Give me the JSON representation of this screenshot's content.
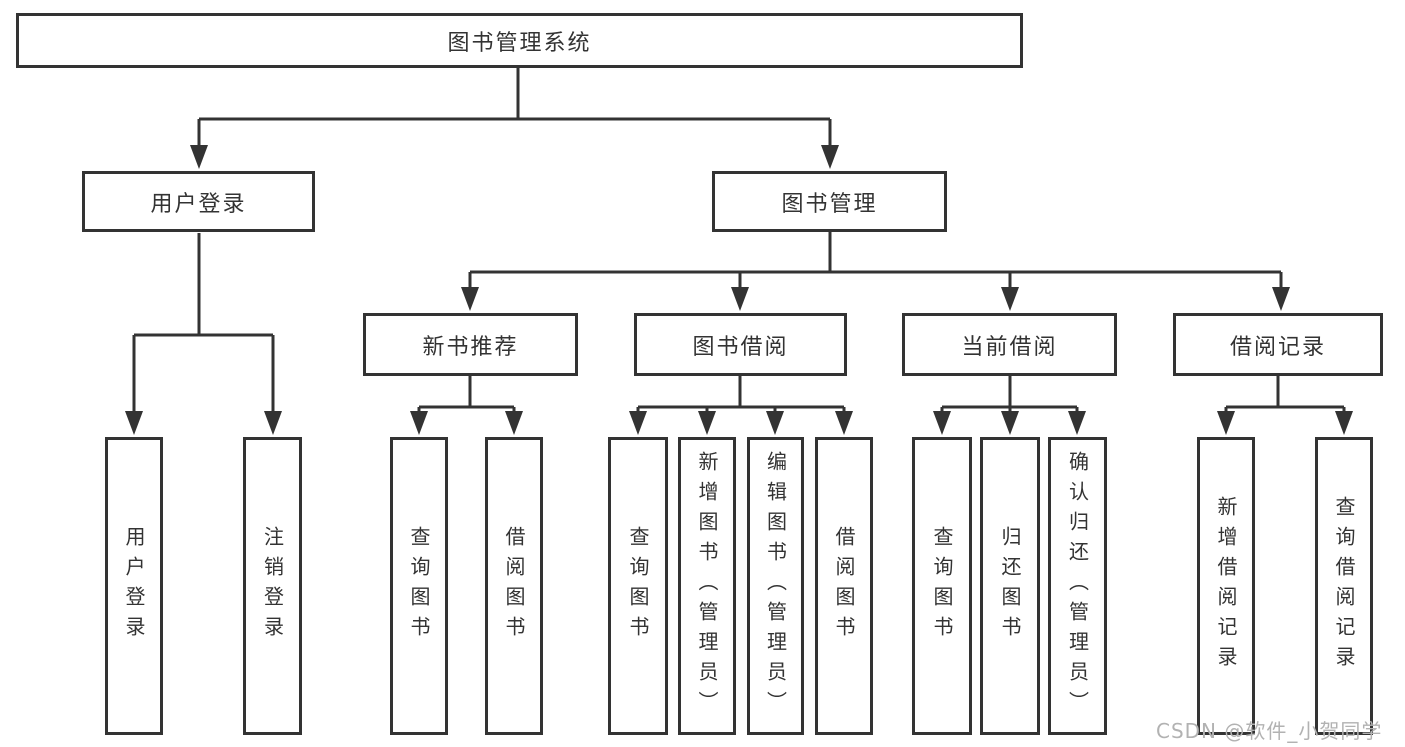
{
  "diagram": {
    "type": "functional-structure-tree",
    "hierarchy": {
      "label": "图书管理系统",
      "children": [
        {
          "label": "用户登录",
          "children": [
            {
              "label": "用户登录"
            },
            {
              "label": "注销登录"
            }
          ]
        },
        {
          "label": "图书管理",
          "children": [
            {
              "label": "新书推荐",
              "children": [
                {
                  "label": "查询图书"
                },
                {
                  "label": "借阅图书"
                }
              ]
            },
            {
              "label": "图书借阅",
              "children": [
                {
                  "label": "查询图书"
                },
                {
                  "label": "新增图书（管理员）"
                },
                {
                  "label": "编辑图书（管理员）"
                },
                {
                  "label": "借阅图书"
                }
              ]
            },
            {
              "label": "当前借阅",
              "children": [
                {
                  "label": "查询图书"
                },
                {
                  "label": "归还图书"
                },
                {
                  "label": "确认归还（管理员）"
                }
              ]
            },
            {
              "label": "借阅记录",
              "children": [
                {
                  "label": "新增借阅记录"
                },
                {
                  "label": "查询借阅记录"
                }
              ]
            }
          ]
        }
      ]
    }
  },
  "watermark": {
    "text": "CSDN @软件_小贺同学"
  },
  "colors": {
    "line": "#333333",
    "box_border": "#333333",
    "box_fill": "#ffffff",
    "text": "#333333",
    "background": "#ffffff",
    "watermark": "#b2b2b2"
  }
}
